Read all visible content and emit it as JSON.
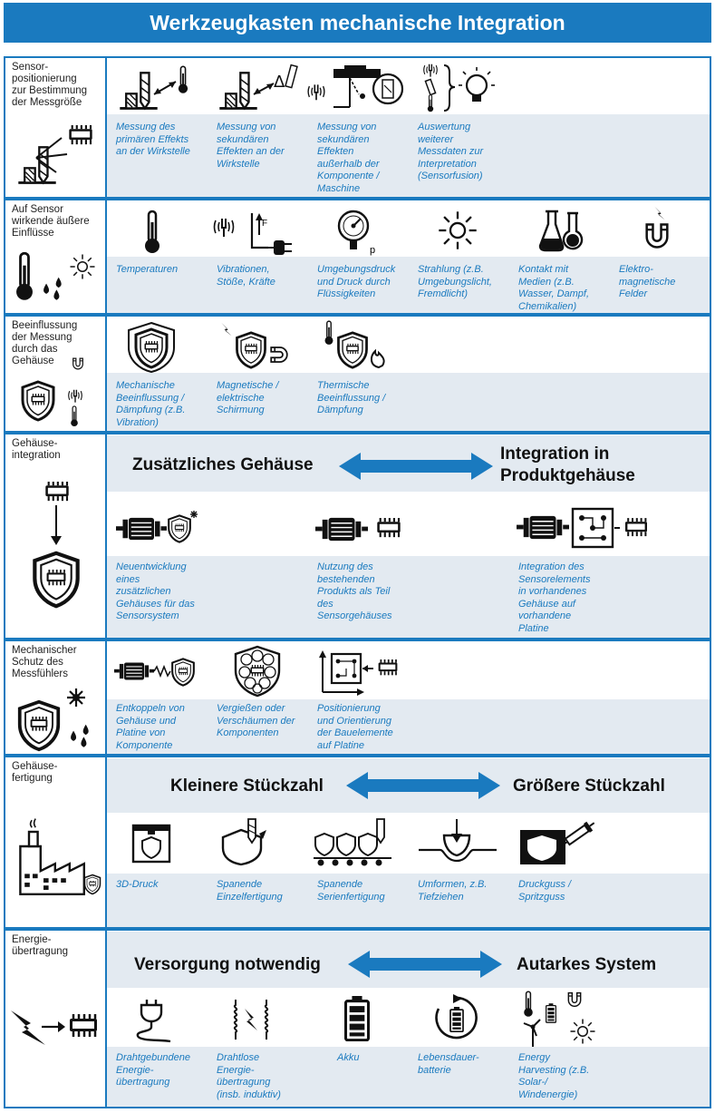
{
  "title": "Werkzeugkasten mechanische Integration",
  "colors": {
    "accent": "#1a7abf",
    "band": "#e3eaf1",
    "text": "#111111"
  },
  "rows": [
    {
      "label": "Sensor-\npositionierung\nzur Bestimmung\nder Messgröße",
      "items": [
        {
          "icon": "tool-on-workpiece-thermometer-icon",
          "caption": "Messung des\nprimären Effekts\nan der Wirkstelle"
        },
        {
          "icon": "tool-on-workpiece-ruler-icon",
          "caption": "Messung von\nsekundären\nEffekten an der\nWirkstelle"
        },
        {
          "icon": "machine-vibration-magnifier-icon",
          "caption": "Messung von\nsekundären\nEffekten\naußerhalb der\nKomponente /\nMaschine"
        },
        {
          "icon": "sensor-fusion-lightbulb-icon",
          "caption": "Auswertung\nweiterer\nMessdaten zur\nInterpretation\n(Sensorfusion)"
        }
      ]
    },
    {
      "label": "Auf Sensor\nwirkende äußere\nEinflüsse",
      "items": [
        {
          "icon": "thermometer-icon",
          "caption": "Temperaturen"
        },
        {
          "icon": "vibration-force-plug-icon",
          "caption": "Vibrationen,\nStöße, Kräfte"
        },
        {
          "icon": "pressure-gauge-icon",
          "caption": "Umgebungsdruck\nund Druck durch\nFlüssigkeiten"
        },
        {
          "icon": "sun-icon",
          "caption": "Strahlung (z.B.\nUmgebungslicht,\nFremdlicht)"
        },
        {
          "icon": "chemistry-flasks-icon",
          "caption": "Kontakt mit\nMedien (z.B.\nWasser, Dampf,\nChemikalien)"
        },
        {
          "icon": "magnet-lightning-icon",
          "caption": "Elektro-\nmagnetische\nFelder"
        }
      ]
    },
    {
      "label": "Beeinflussung\nder Messung\ndurch das\nGehäuse",
      "items": [
        {
          "icon": "shield-chip-icon",
          "caption": "Mechanische\nBeeinflussung /\nDämpfung (z.B.\nVibration)"
        },
        {
          "icon": "shield-magnet-icon",
          "caption": "Magnetische /\nelektrische\nSchirmung"
        },
        {
          "icon": "shield-flame-icon",
          "caption": "Thermische\nBeeinflussung /\nDämpfung"
        }
      ]
    },
    {
      "label": "Gehäuse-\nintegration",
      "arrow": {
        "left": "Zusätzliches Gehäuse",
        "right": "Integration in\nProduktgehäuse"
      },
      "items": [
        {
          "icon": "motor-shield-chip-icon",
          "caption": "Neuentwicklung\neines\nzusätzlichen\nGehäuses für das\nSensorsystem"
        },
        {
          "icon": "motor-chip-icon",
          "caption": "Nutzung des\nbestehenden\nProdukts als Teil\ndes\nSensorgehäuses"
        },
        {
          "icon": "motor-board-chip-icon",
          "caption": "Integration des\nSensorelements\nin vorhandenes\nGehäuse auf\nvorhandene\nPlatine"
        }
      ]
    },
    {
      "label": "Mechanischer\nSchutz des\nMessfühlers",
      "items": [
        {
          "icon": "motor-spring-shield-icon",
          "caption": "Entkoppeln von\nGehäuse und\nPlatine von\nKomponente"
        },
        {
          "icon": "foam-shield-icon",
          "caption": "Vergießen oder\nVerschäumen der\nKomponenten"
        },
        {
          "icon": "board-orientation-icon",
          "caption": "Positionierung\nund Orientierung\nder Bauelemente\nauf Platine"
        }
      ]
    },
    {
      "label": "Gehäuse-\nfertigung",
      "arrow": {
        "left": "Kleinere Stückzahl",
        "right": "Größere Stückzahl"
      },
      "items": [
        {
          "icon": "3d-printer-icon",
          "caption": "3D-Druck"
        },
        {
          "icon": "milling-single-icon",
          "caption": "Spanende\nEinzelfertigung"
        },
        {
          "icon": "milling-series-icon",
          "caption": "Spanende\nSerienfertigung"
        },
        {
          "icon": "deep-drawing-icon",
          "caption": "Umformen, z.B.\nTiefziehen"
        },
        {
          "icon": "die-casting-icon",
          "caption": "Druckguss /\nSpritzguss"
        }
      ]
    },
    {
      "label": "Energie-\nübertragung",
      "arrow": {
        "left": "Versorgung notwendig",
        "right": "Autarkes System"
      },
      "items": [
        {
          "icon": "plug-cable-icon",
          "caption": "Drahtgebundene\nEnergie-\nübertragung"
        },
        {
          "icon": "inductive-coils-icon",
          "caption": "Drahtlose\nEnergie-\nübertragung\n(insb. induktiv)"
        },
        {
          "icon": "battery-icon",
          "caption": "Akku"
        },
        {
          "icon": "lifetime-battery-icon",
          "caption": "Lebensdauer-\nbatterie"
        },
        {
          "icon": "energy-harvesting-icon",
          "caption": "Energy\nHarvesting (z.B.\nSolar-/\nWindenergie)"
        }
      ]
    }
  ]
}
